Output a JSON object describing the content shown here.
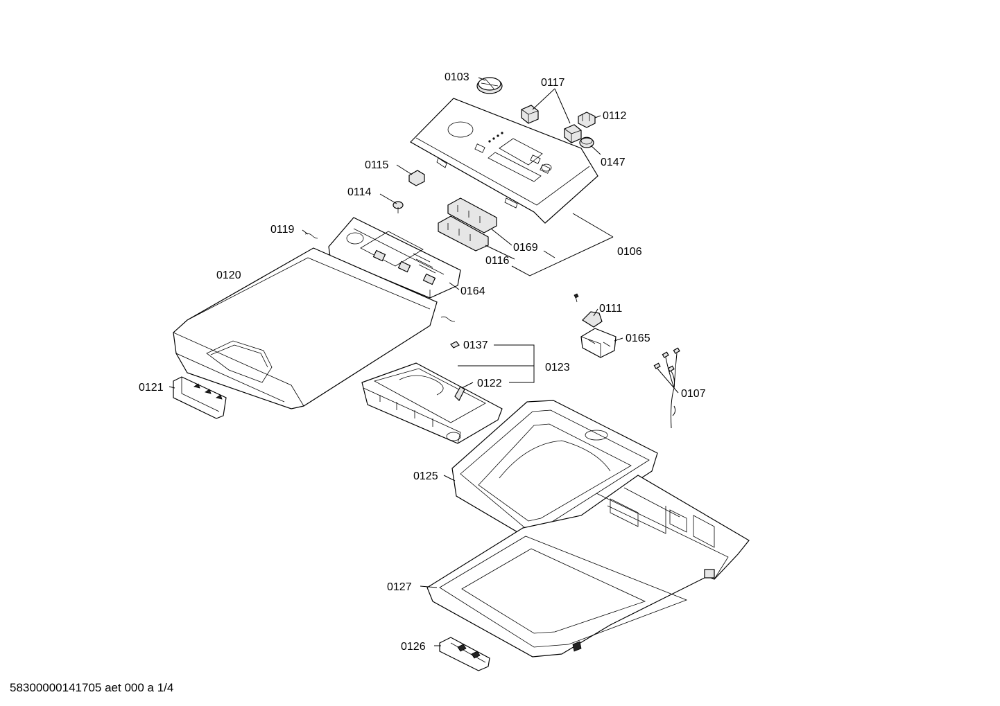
{
  "diagram": {
    "labels": {
      "p0103": "0103",
      "p0117": "0117",
      "p0112": "0112",
      "p0147": "0147",
      "p0115": "0115",
      "p0114": "0114",
      "p0119": "0119",
      "p0169": "0169",
      "p0106": "0106",
      "p0116": "0116",
      "p0120": "0120",
      "p0164": "0164",
      "p0111": "0111",
      "p0165": "0165",
      "p0137": "0137",
      "p0123": "0123",
      "p0122": "0122",
      "p0121": "0121",
      "p0107": "0107",
      "p0125": "0125",
      "p0127": "0127",
      "p0126": "0126"
    },
    "footer": "58300000141705 aet 000 a 1/4"
  }
}
